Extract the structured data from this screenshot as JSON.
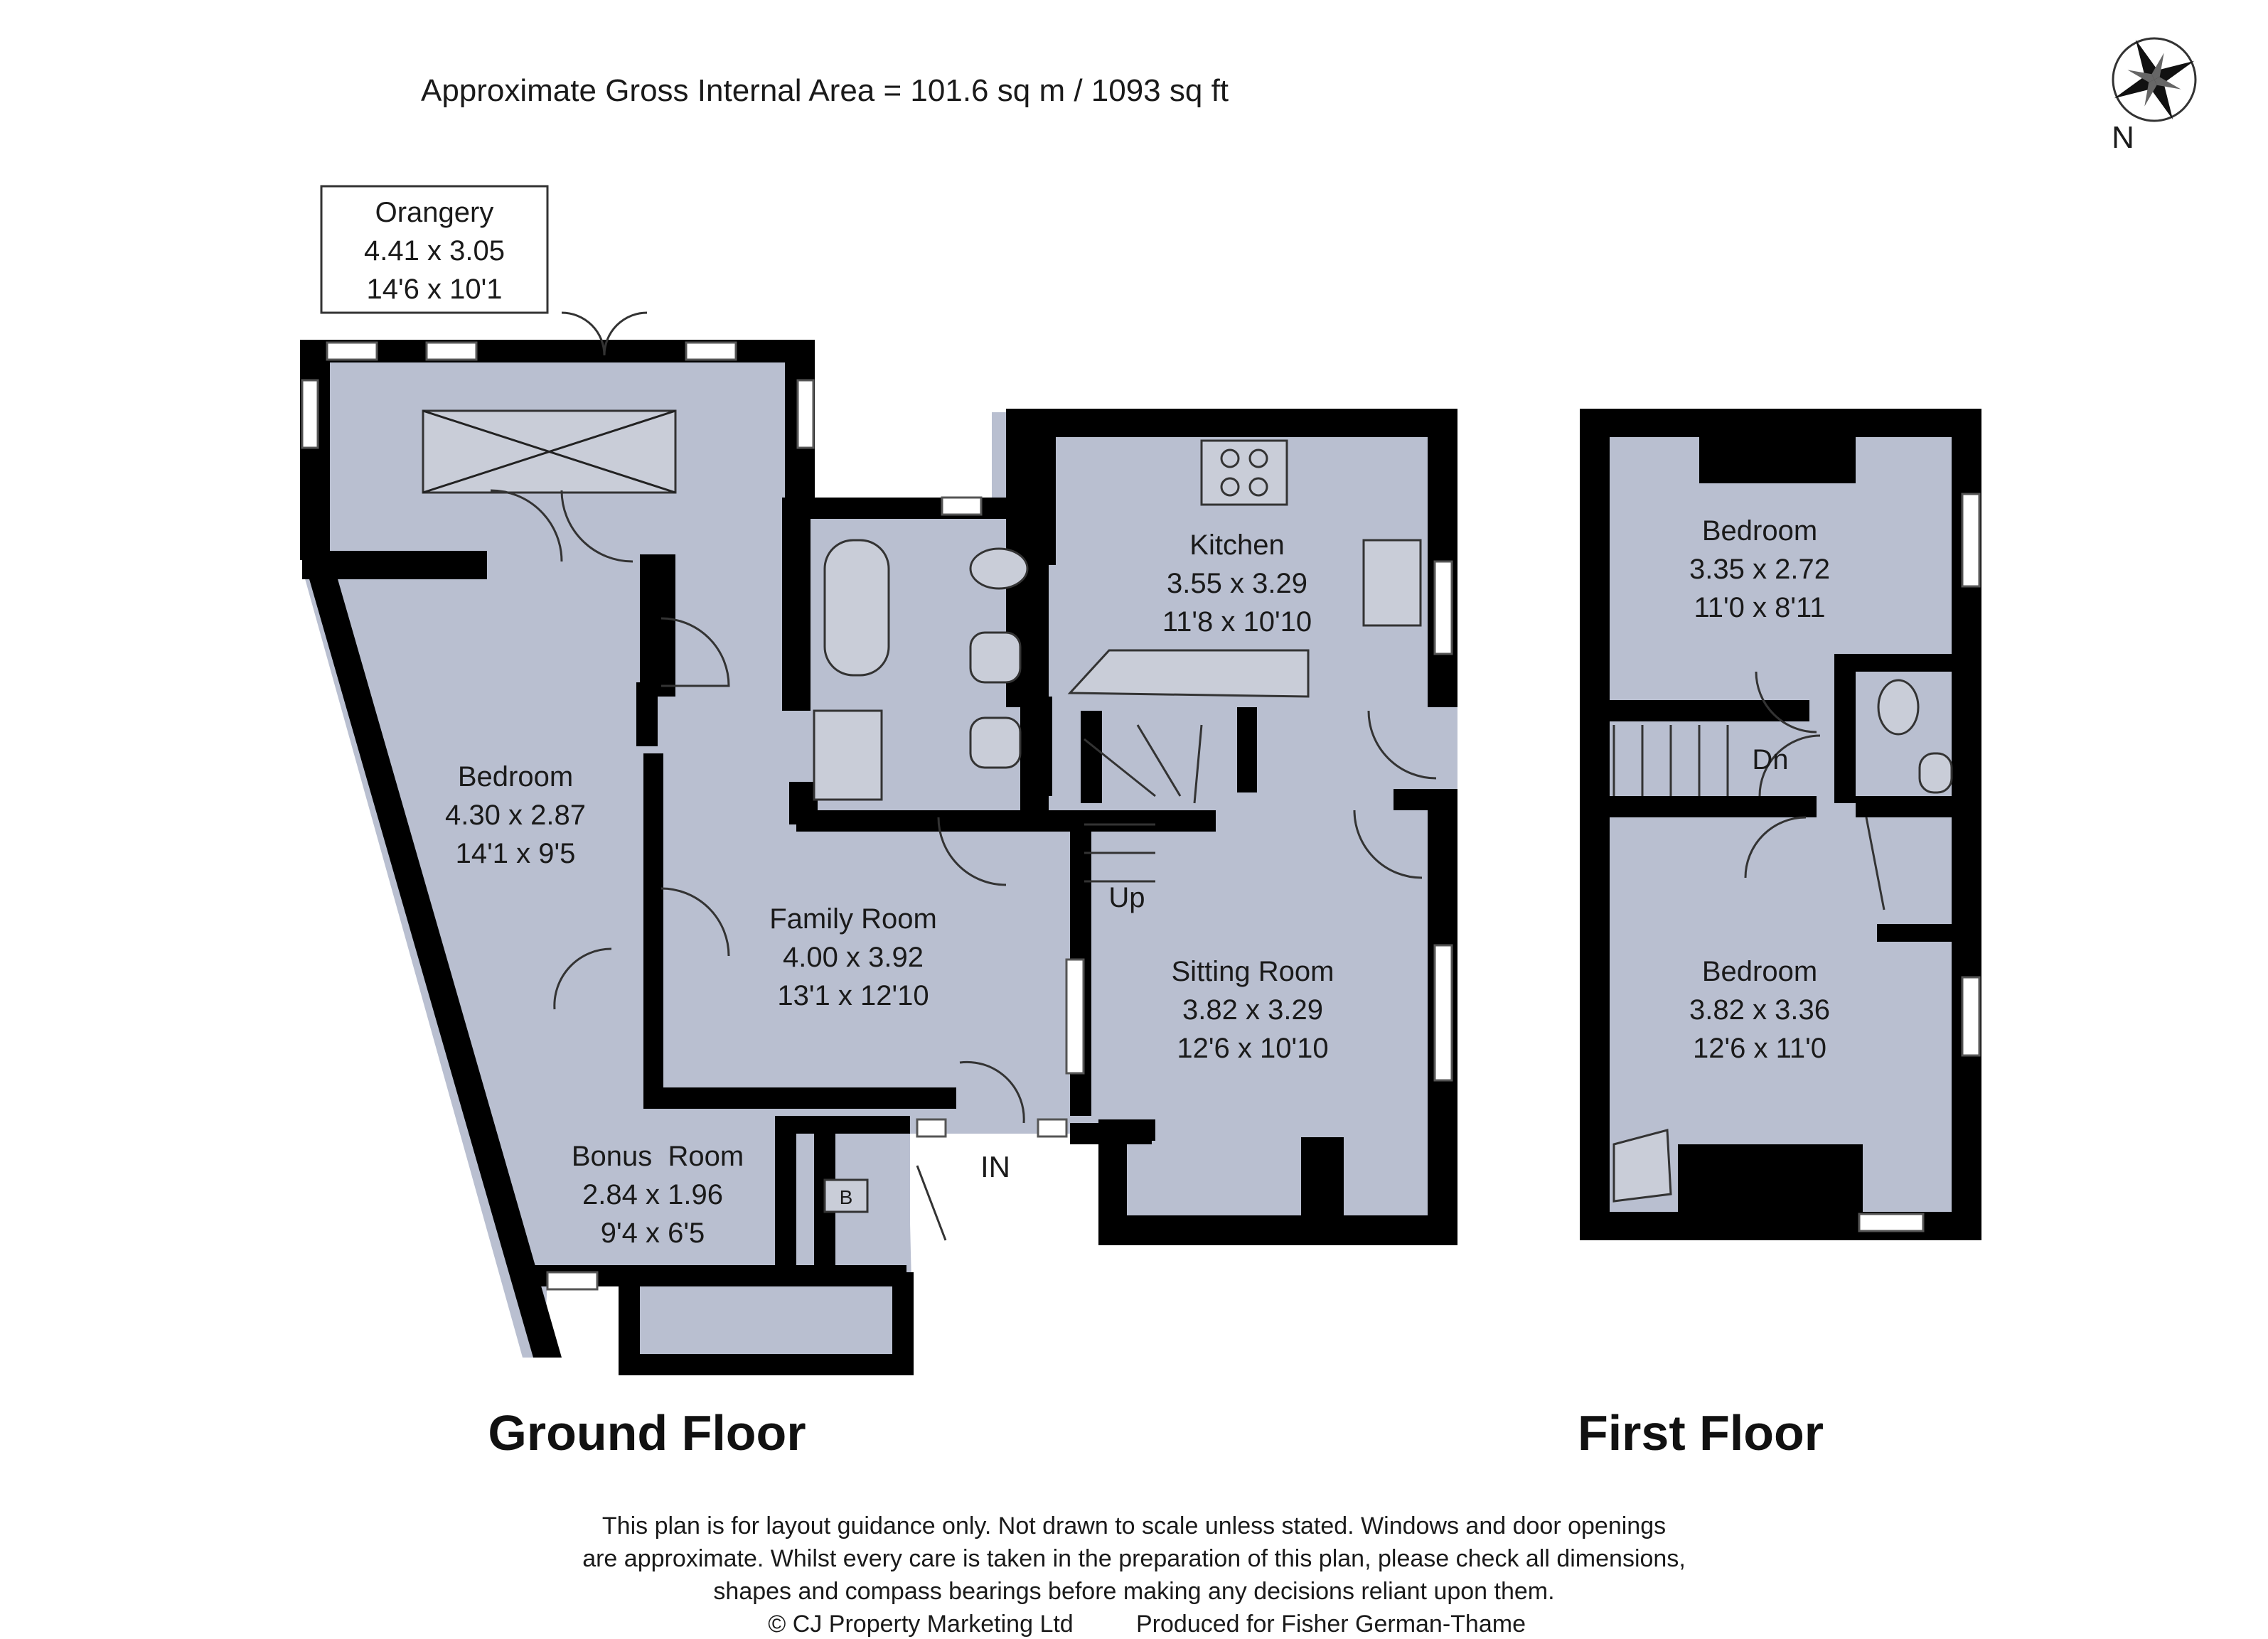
{
  "header": {
    "area": "Approximate Gross Internal Area = 101.6 sq m / 1093 sq ft",
    "compass_label": "N",
    "compass_icon": "compass-rose-icon"
  },
  "ground_floor": {
    "title": "Ground Floor",
    "entrance": "IN",
    "stairs_label": "Up",
    "boiler_label": "B",
    "rooms": [
      {
        "name": "Orangery",
        "metric": "4.41 x 3.05",
        "imperial": "14'6 x 10'1"
      },
      {
        "name": "Kitchen",
        "metric": "3.55 x 3.29",
        "imperial": "11'8 x 10'10"
      },
      {
        "name": "Bedroom",
        "metric": "4.30 x 2.87",
        "imperial": "14'1 x 9'5"
      },
      {
        "name": "Family Room",
        "metric": "4.00 x 3.92",
        "imperial": "13'1 x 12'10"
      },
      {
        "name": "Sitting Room",
        "metric": "3.82 x 3.29",
        "imperial": "12'6 x 10'10"
      },
      {
        "name": "Bonus  Room",
        "metric": "2.84 x 1.96",
        "imperial": "9'4 x 6'5"
      }
    ]
  },
  "first_floor": {
    "title": "First Floor",
    "stairs_label": "Dn",
    "rooms": [
      {
        "name": "Bedroom",
        "metric": "3.35 x 2.72",
        "imperial": "11'0 x 8'11"
      },
      {
        "name": "Bedroom",
        "metric": "3.82 x 3.36",
        "imperial": "12'6 x 11'0"
      }
    ]
  },
  "footer": {
    "lines": [
      "This plan is for layout guidance only. Not drawn to scale unless stated. Windows and door openings",
      "are approximate. Whilst every care is taken in the preparation of this plan, please check all dimensions,",
      "shapes and compass bearings before making any decisions reliant upon them."
    ],
    "copyright": "© CJ Property Marketing Ltd",
    "produced_for": "Produced for Fisher German-Thame"
  },
  "colors": {
    "floor_fill": "#b9bfd0",
    "wall": "#000000"
  }
}
